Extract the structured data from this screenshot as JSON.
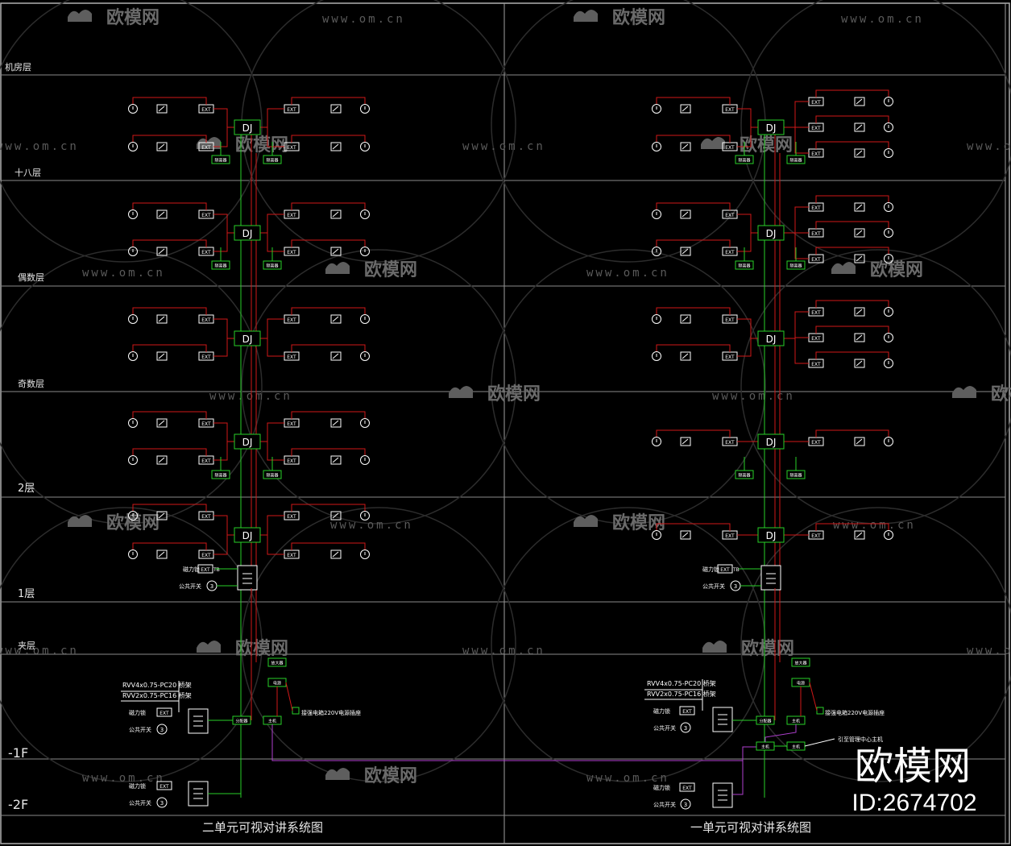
{
  "floor_labels": {
    "roof": "机房层",
    "f18": "十八层",
    "even": "偶数层",
    "odd": "奇数层",
    "f2": "2层",
    "f1": "1层",
    "mezz": "夹层",
    "b1": "-1F",
    "b2": "-2F"
  },
  "titles": {
    "left": "二单元可视对讲系统图",
    "right": "一单元可视对讲系统图"
  },
  "symbols": {
    "junction": "DJ",
    "monitor": "EXT",
    "mag_lock": "磁力锁",
    "exit_label": "EXT",
    "public_switch": "公共开关",
    "num_3": "3"
  },
  "cables": {
    "rvv4": "RVV4x0.75-PC20 桥架",
    "rvv2": "RVV2x0.75-PC16 桥架",
    "power_note": "接强电箱220V电源插座",
    "center_note": "引至管理中心主机"
  },
  "box_labels": {
    "divider": "分配器",
    "amp": "放大器",
    "power": "电源",
    "iso": "隔离器",
    "host": "主机"
  },
  "watermark": {
    "brand": "欧模网",
    "url": "www.om.cn",
    "id": "ID:2674702"
  },
  "colors": {
    "background": "#000000",
    "cable_red": "#d01818",
    "box_green": "#28d028",
    "purple": "#b040d0",
    "grid_gray": "#8a8a8a"
  }
}
